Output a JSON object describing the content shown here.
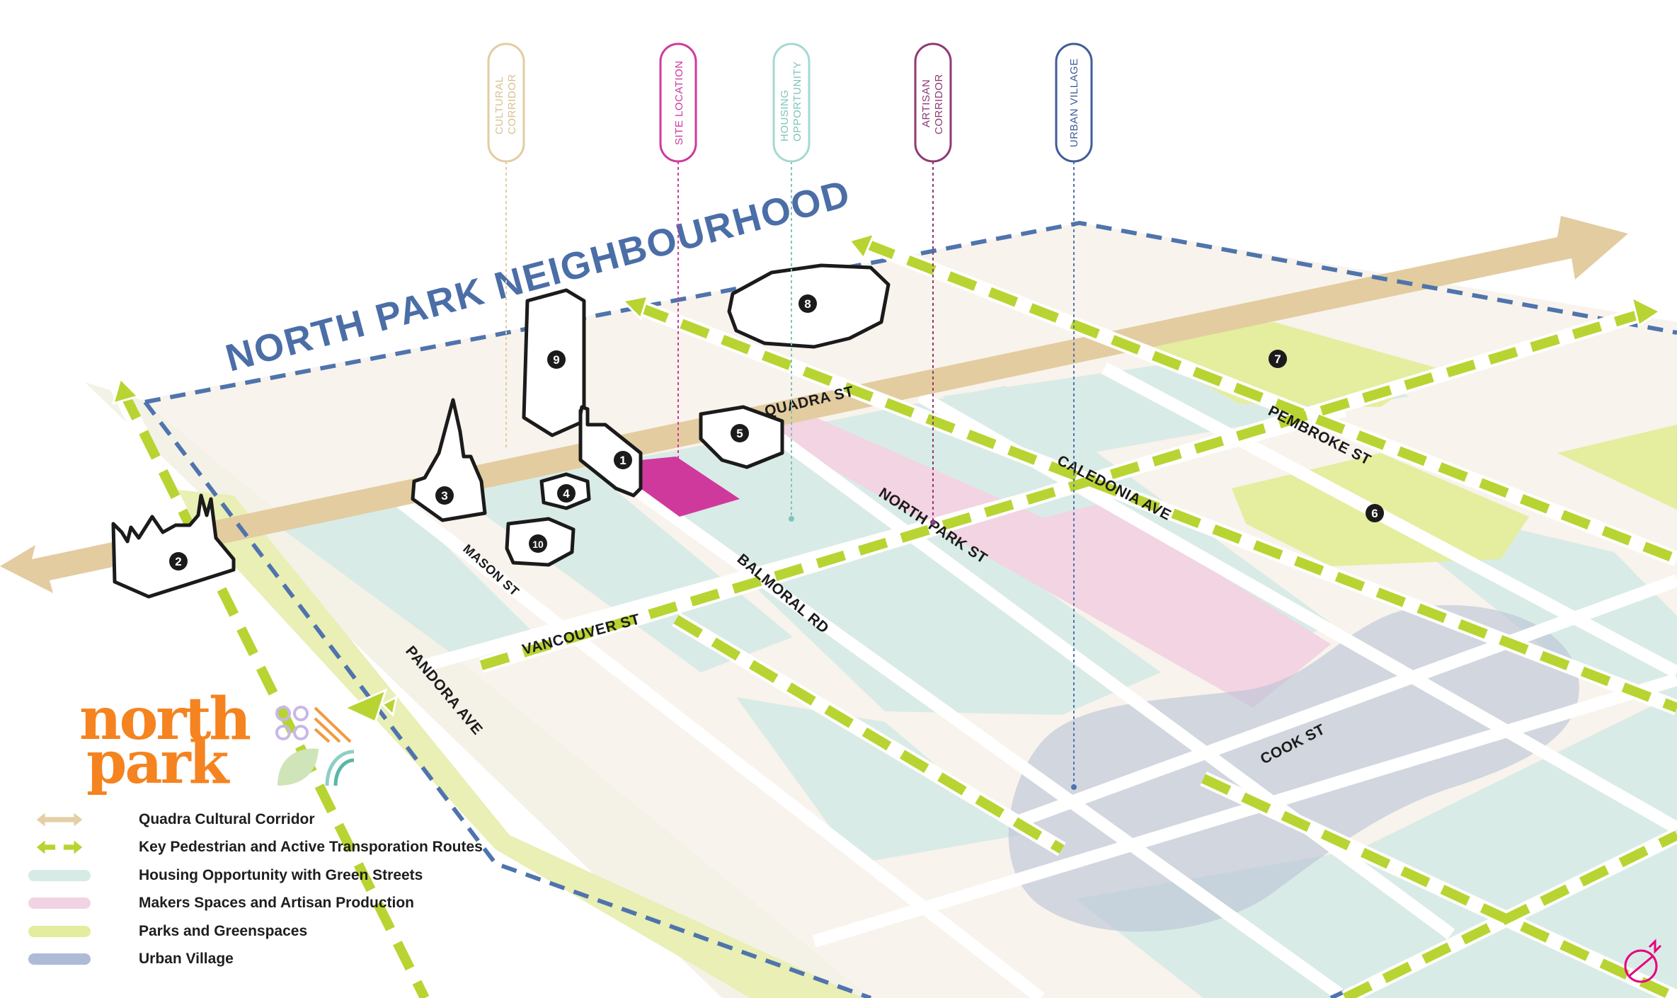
{
  "neighbourhood_title": "NORTH PARK NEIGHBOURHOOD",
  "streets": {
    "quadra": "QUADRA ST",
    "pembroke": "PEMBROKE ST",
    "caledonia": "CALEDONIA AVE",
    "north_park": "NORTH PARK ST",
    "balmoral": "BALMORAL RD",
    "mason": "MASON ST",
    "vancouver": "VANCOUVER ST",
    "pandora": "PANDORA AVE",
    "cook": "COOK ST"
  },
  "callouts": {
    "cultural": [
      "CULTURAL",
      "CORRIDOR"
    ],
    "site": [
      "SITE LOCATION"
    ],
    "housing": [
      "HOUSING",
      "OPPORTUNITY"
    ],
    "artisan": [
      "ARTISAN",
      "CORRIDOR"
    ],
    "urban": [
      "URBAN VILLAGE"
    ]
  },
  "landmarks": [
    "1",
    "2",
    "3",
    "4",
    "5",
    "6",
    "7",
    "8",
    "9",
    "10"
  ],
  "logo": {
    "line1": "north",
    "line2": "park"
  },
  "legend": [
    {
      "label": "Quadra Cultural Corridor",
      "swatch": "double-arrow",
      "color": "#e4cfa6"
    },
    {
      "label": "Key Pedestrian and Active Transporation Routes",
      "swatch": "double-arrow",
      "color": "#b7d431"
    },
    {
      "label": "Housing Opportunity with Green Streets",
      "swatch": "rect",
      "color": "#d7ebe6"
    },
    {
      "label": "Makers Spaces and Artisan Production",
      "swatch": "rect",
      "color": "#f2d3e3"
    },
    {
      "label": "Parks and Greenspaces",
      "swatch": "rect",
      "color": "#e4ec9d"
    },
    {
      "label": "Urban Village",
      "swatch": "rect",
      "color": "#aebbd6"
    }
  ],
  "colors": {
    "boundary": "#4f74ad",
    "cultural_corridor": "#e3cca0",
    "pedestrian": "#b8d432",
    "site": "#d0399c",
    "logo_orange": "#f5831f",
    "north_arrow": "#e6007e"
  }
}
